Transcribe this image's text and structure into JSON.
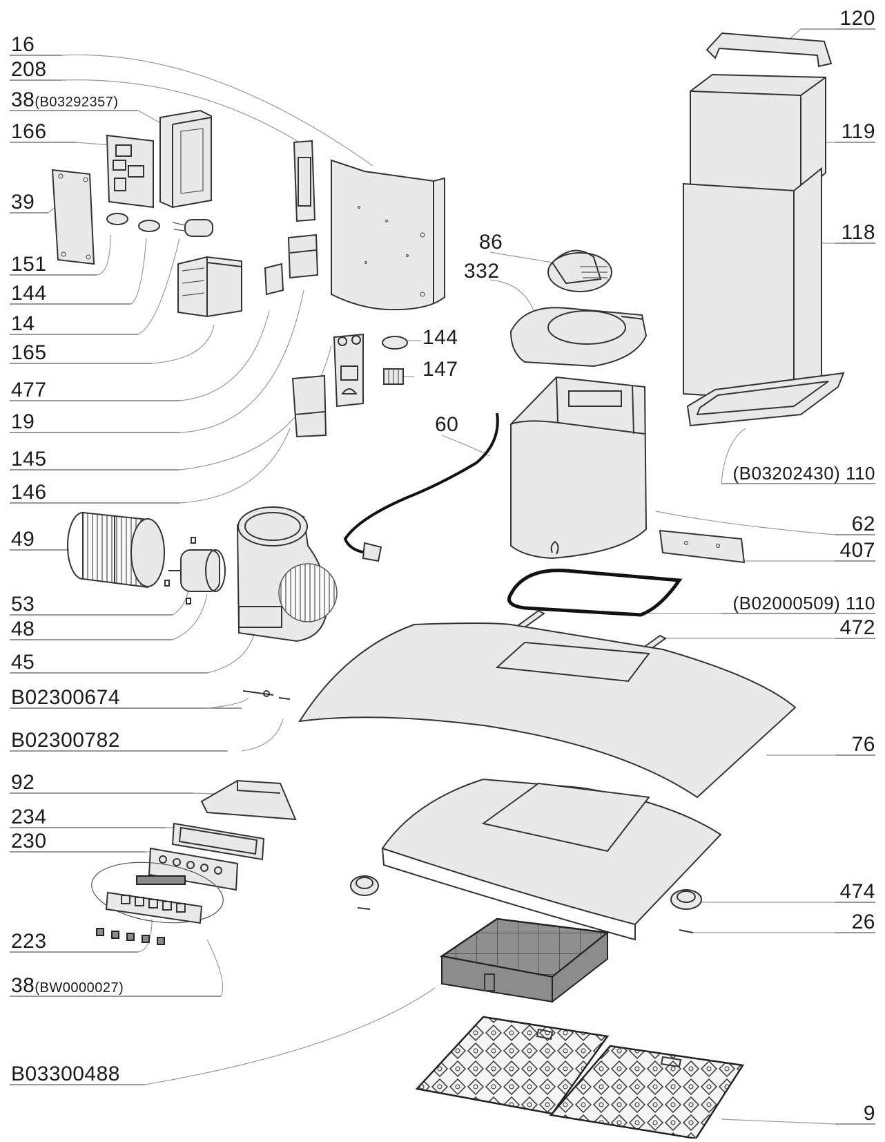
{
  "left_labels": [
    "16",
    "208",
    "38",
    "166",
    "39",
    "151",
    "144",
    "14",
    "165",
    "477",
    "19",
    "145",
    "146",
    "49",
    "53",
    "48",
    "45",
    "B02300674",
    "B02300782",
    "92",
    "234",
    "230",
    "223",
    "38",
    "B03300488"
  ],
  "left_label_subs": {
    "label_38_top": "(B03292357)",
    "label_38_bottom": "(BW0000027)"
  },
  "center_labels": [
    "86",
    "332",
    "144",
    "147",
    "60"
  ],
  "right_labels": [
    "120",
    "119",
    "118",
    "(B03202430) 110",
    "62",
    "407",
    "(B02000509) 110",
    "472",
    "76",
    "474",
    "26",
    "9"
  ]
}
